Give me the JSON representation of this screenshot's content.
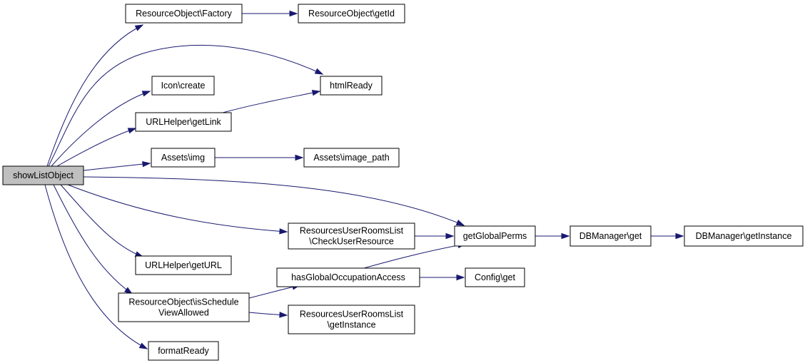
{
  "diagram": {
    "edge_color": "#191970",
    "root_fill": "#bfbfbf",
    "node_fill": "#ffffff",
    "nodes": [
      {
        "id": "root",
        "lines": [
          "showListObject"
        ],
        "root": true
      },
      {
        "id": "factory",
        "lines": [
          "ResourceObject\\Factory"
        ]
      },
      {
        "id": "getid",
        "lines": [
          "ResourceObject\\getId"
        ]
      },
      {
        "id": "htmlready",
        "lines": [
          "htmlReady"
        ]
      },
      {
        "id": "iconcreate",
        "lines": [
          "Icon\\create"
        ]
      },
      {
        "id": "getlink",
        "lines": [
          "URLHelper\\getLink"
        ]
      },
      {
        "id": "assetsimg",
        "lines": [
          "Assets\\img"
        ]
      },
      {
        "id": "imagepath",
        "lines": [
          "Assets\\image_path"
        ]
      },
      {
        "id": "getglobalperms",
        "lines": [
          "getGlobalPerms"
        ]
      },
      {
        "id": "checkuser",
        "lines": [
          "ResourcesUserRoomsList",
          "\\CheckUserResource"
        ]
      },
      {
        "id": "dbget",
        "lines": [
          "DBManager\\get"
        ]
      },
      {
        "id": "dbinstance",
        "lines": [
          "DBManager\\getInstance"
        ]
      },
      {
        "id": "geturl",
        "lines": [
          "URLHelper\\getURL"
        ]
      },
      {
        "id": "hasglobal",
        "lines": [
          "hasGlobalOccupationAccess"
        ]
      },
      {
        "id": "configget",
        "lines": [
          "Config\\get"
        ]
      },
      {
        "id": "isschedule",
        "lines": [
          "ResourceObject\\isSchedule",
          "ViewAllowed"
        ]
      },
      {
        "id": "rurlgetinstance",
        "lines": [
          "ResourcesUserRoomsList",
          "\\getInstance"
        ]
      },
      {
        "id": "formatready",
        "lines": [
          "formatReady"
        ]
      }
    ],
    "edges": [
      {
        "from": "root",
        "to": "factory"
      },
      {
        "from": "root",
        "to": "htmlready"
      },
      {
        "from": "root",
        "to": "iconcreate"
      },
      {
        "from": "root",
        "to": "getlink"
      },
      {
        "from": "root",
        "to": "assetsimg"
      },
      {
        "from": "root",
        "to": "getglobalperms"
      },
      {
        "from": "root",
        "to": "checkuser"
      },
      {
        "from": "root",
        "to": "geturl"
      },
      {
        "from": "root",
        "to": "isschedule"
      },
      {
        "from": "root",
        "to": "formatready"
      },
      {
        "from": "factory",
        "to": "getid"
      },
      {
        "from": "getlink",
        "to": "htmlready"
      },
      {
        "from": "assetsimg",
        "to": "imagepath"
      },
      {
        "from": "checkuser",
        "to": "getglobalperms"
      },
      {
        "from": "getglobalperms",
        "to": "dbget"
      },
      {
        "from": "dbget",
        "to": "dbinstance"
      },
      {
        "from": "hasglobal",
        "to": "getglobalperms"
      },
      {
        "from": "hasglobal",
        "to": "configget"
      },
      {
        "from": "isschedule",
        "to": "hasglobal"
      },
      {
        "from": "isschedule",
        "to": "rurlgetinstance"
      }
    ]
  }
}
